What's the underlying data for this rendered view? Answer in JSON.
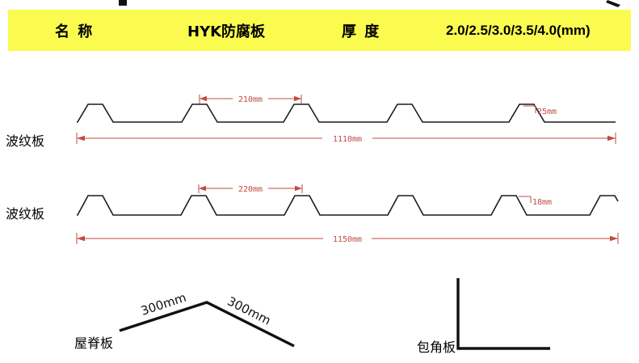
{
  "header": {
    "name_label": "名 称",
    "name_value": "HYK防腐板",
    "thickness_label": "厚 度",
    "thickness_value": "2.0/2.5/3.0/3.5/4.0(mm)"
  },
  "colors": {
    "header_bg": "#FBFB4F",
    "dimension_red": "#C14B44",
    "profile_black": "#1B1B1B"
  },
  "profiles": [
    {
      "label": "波纹板",
      "pitch_dim": "210mm",
      "height_dim": "25mm",
      "total_width_dim": "1110mm"
    },
    {
      "label": "波纹板",
      "pitch_dim": "220mm",
      "height_dim": "18mm",
      "total_width_dim": "1150mm"
    }
  ],
  "ridge": {
    "label": "屋脊板",
    "left_dim": "300mm",
    "right_dim": "300mm"
  },
  "corner": {
    "label": "包角板"
  }
}
